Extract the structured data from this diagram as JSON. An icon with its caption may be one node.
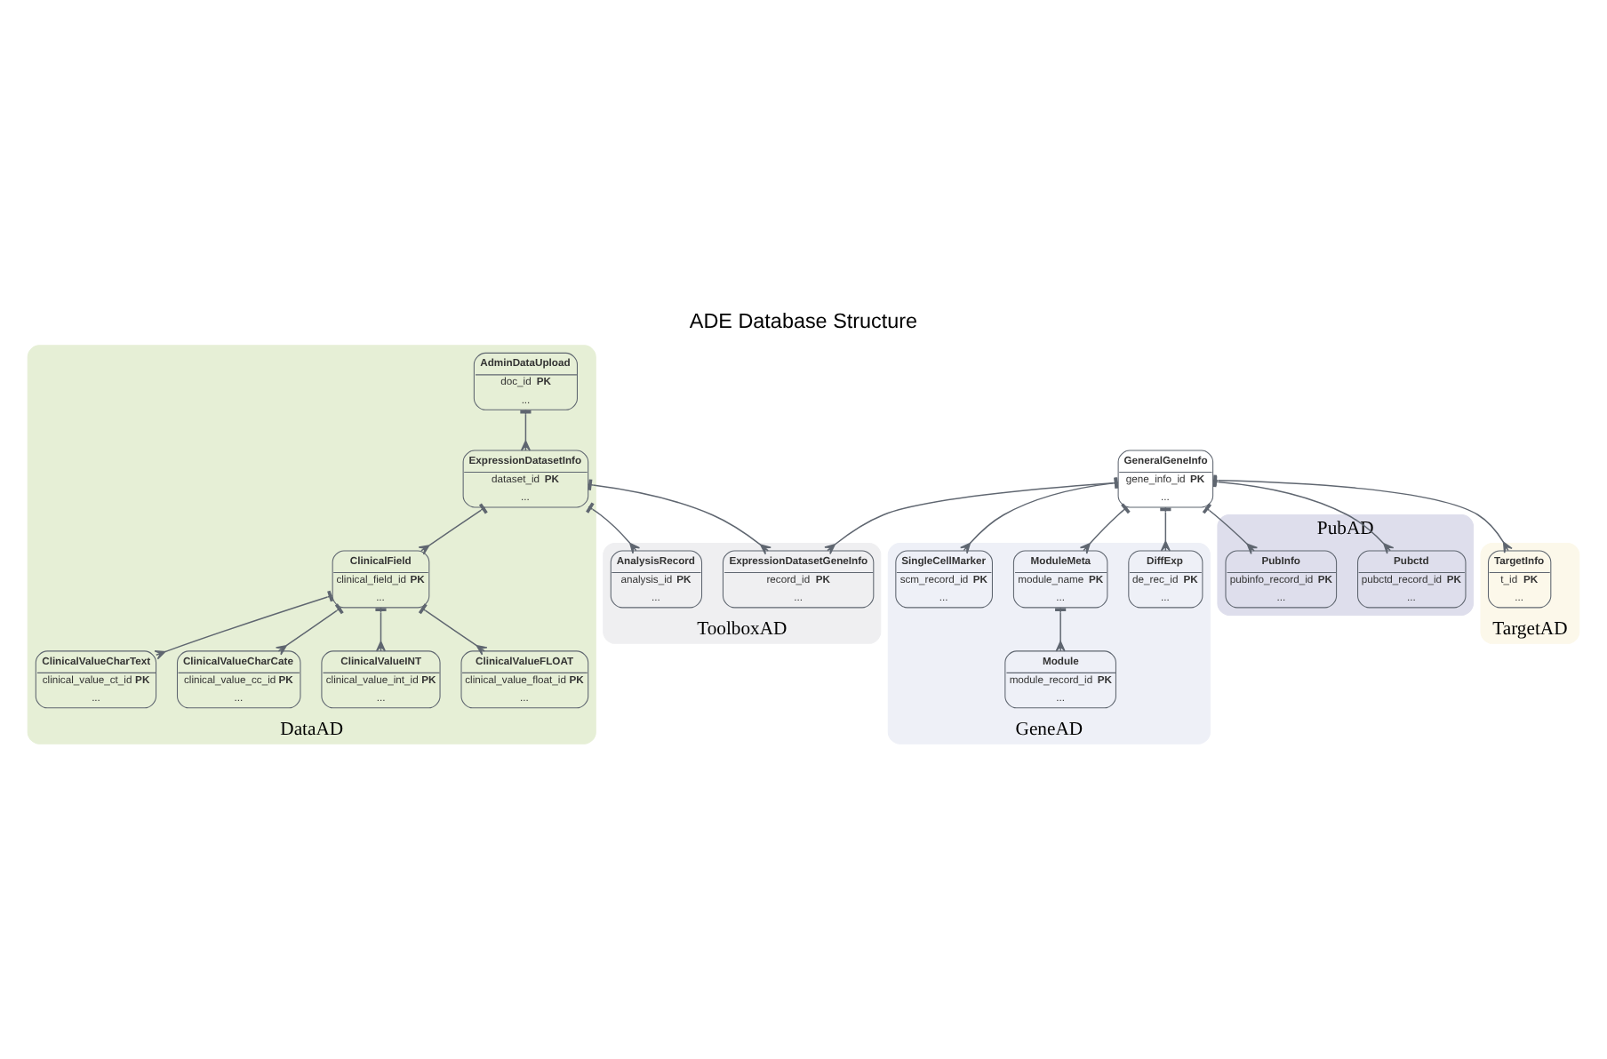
{
  "diagram": {
    "title": "ADE Database Structure",
    "nodes": [
      {
        "text": [
          "ToolboxAD"
        ]
      },
      {
        "text": [
          "ExpressionDatasetGeneInfo",
          "record_id **PK**",
          "..."
        ],
        "in": 0
      },
      {
        "text": [
          "AnalysisRecord",
          "analysis_id **PK**",
          "..."
        ],
        "in": 0
      },
      {
        "text": [
          "DataAD"
        ]
      },
      {
        "text": [
          "ClinicalValueCharText",
          "clinical_value_ct_id **PK**",
          "..."
        ],
        "in": 3
      },
      {
        "text": [
          "ClinicalValueCharCate",
          "clinical_value_cc_id **PK**",
          "..."
        ],
        "in": 3
      },
      {
        "text": [
          "ClinicalValueINT",
          "clinical_value_int_id **PK**",
          "..."
        ],
        "in": 3
      },
      {
        "text": [
          "ClinicalValueFLOAT",
          "clinical_value_float_id **PK**",
          "..."
        ],
        "in": 3
      },
      {
        "text": [
          "AdminDataUpload",
          "doc_id **PK**",
          "..."
        ],
        "in": 3
      },
      {
        "text": [
          "ExpressionDatasetInfo",
          "dataset_id **PK**",
          "..."
        ],
        "in": 3
      },
      {
        "text": [
          "ClinicalField",
          "clinical_field_id **PK**",
          "..."
        ],
        "in": 3
      },
      {
        "text": [
          "GeneralGeneInfo",
          "gene_info_id **PK**",
          "..."
        ]
      },
      {
        "text": [
          "GeneAD"
        ]
      },
      {
        "text": [
          "DiffExp",
          "de_rec_id **PK**",
          "..."
        ],
        "in": 12
      },
      {
        "text": [
          "ModuleMeta",
          "module_name **PK**",
          "..."
        ],
        "in": 12
      },
      {
        "text": [
          "Module",
          "module_record_id **PK**",
          "..."
        ],
        "in": 12
      },
      {
        "text": [
          "SingleCellMarker",
          "scm_record_id **PK**",
          "..."
        ],
        "in": 12
      },
      {
        "text": [
          "PubAD"
        ]
      },
      {
        "text": [
          "Pubctd",
          "pubctd_record_id **PK**",
          "..."
        ],
        "in": 17
      },
      {
        "text": [
          "PubInfo",
          "pubinfo_record_id **PK**",
          "..."
        ],
        "in": 17
      },
      {
        "text": [
          "TargetAD"
        ]
      },
      {
        "text": [
          "TargetInfo",
          "t_id **PK**",
          "..."
        ],
        "in": 20
      }
    ],
    "edges": [
      {
        "from": 11,
        "to": 1,
        "arrow": "other"
      },
      {
        "from": 9,
        "to": 1,
        "arrow": "other"
      },
      {
        "from": 9,
        "to": 2,
        "arrow": "other"
      },
      {
        "from": 8,
        "to": 9,
        "arrow": "other"
      },
      {
        "from": 9,
        "to": 10,
        "arrow": "other"
      },
      {
        "from": 10,
        "to": 4,
        "arrow": "other"
      },
      {
        "from": 10,
        "to": 5,
        "arrow": "other"
      },
      {
        "from": 10,
        "to": 6,
        "arrow": "other"
      },
      {
        "from": 10,
        "to": 7,
        "arrow": "other"
      },
      {
        "from": 11,
        "to": 13,
        "arrow": "other"
      },
      {
        "from": 11,
        "to": 14,
        "arrow": "other"
      },
      {
        "from": 14,
        "to": 15,
        "arrow": "other"
      },
      {
        "from": 11,
        "to": 16,
        "arrow": "other"
      },
      {
        "from": 11,
        "to": 18,
        "arrow": "other"
      },
      {
        "from": 11,
        "to": 19,
        "arrow": "other"
      },
      {
        "from": 11,
        "to": 21,
        "arrow": "other"
      }
    ]
  }
}
